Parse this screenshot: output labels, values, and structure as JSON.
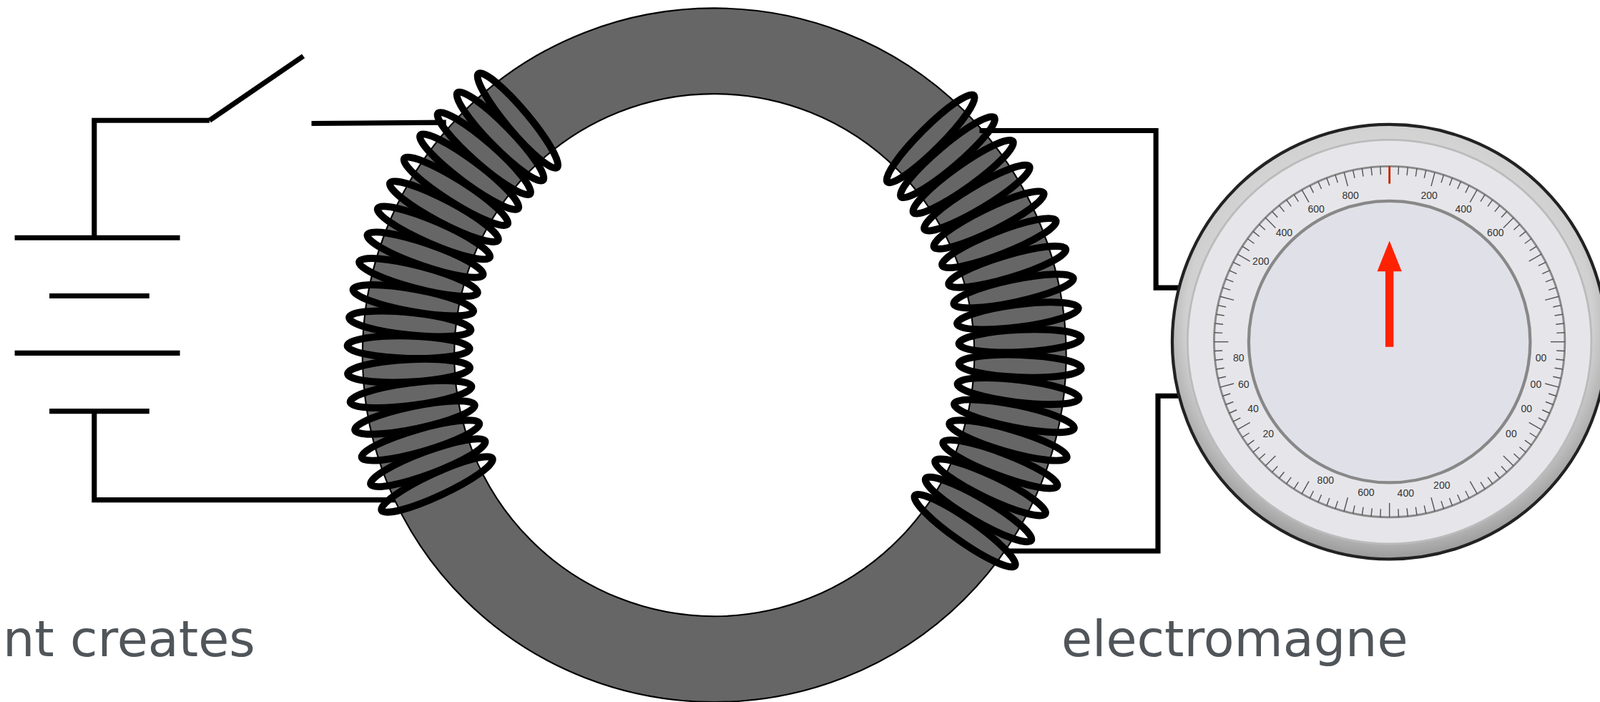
{
  "diagram": {
    "labels": [
      "nt creates",
      "electromagne",
      "200",
      "400",
      "600",
      "800",
      "200",
      "400",
      "600",
      "80",
      "60",
      "40",
      "20",
      "800",
      "600",
      "400",
      "200",
      "00",
      "00",
      "00",
      "00"
    ]
  }
}
